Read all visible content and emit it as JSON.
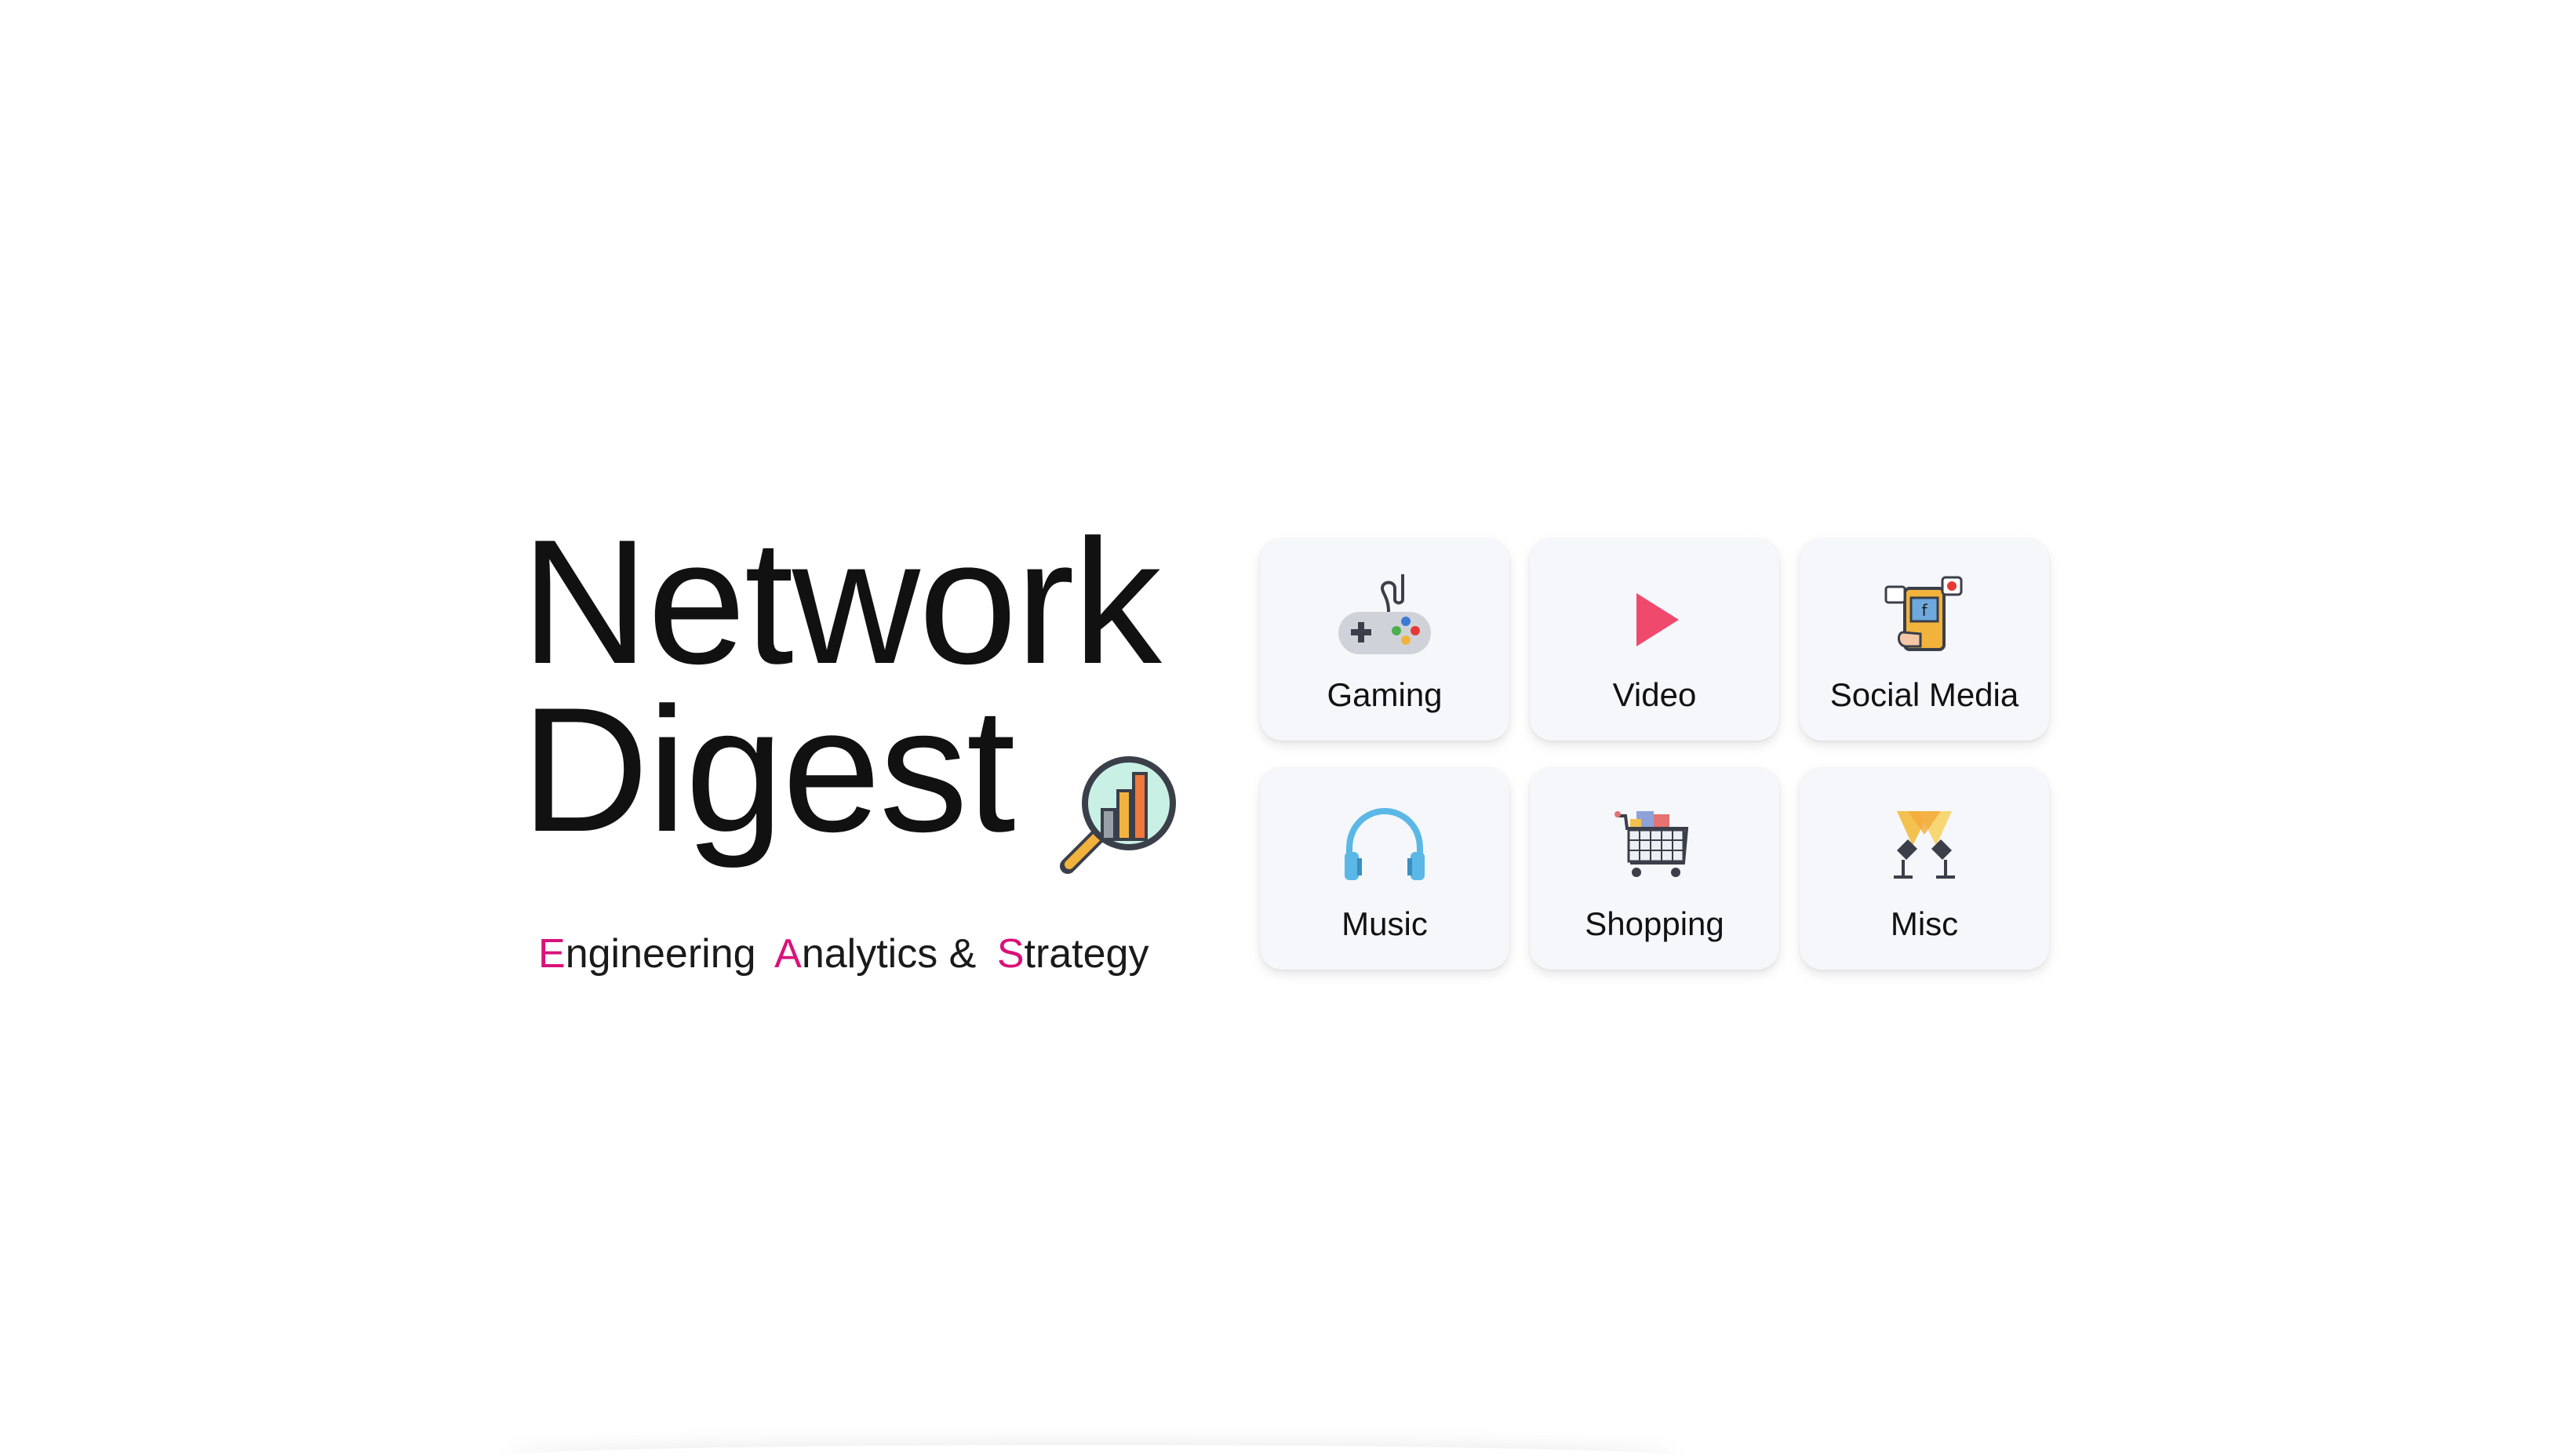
{
  "hero": {
    "title_line1": "Network",
    "title_line2": "Digest",
    "title_icon": "magnifier-chart-icon",
    "subtitle": {
      "e_accent": "E",
      "e_rest": "ngineering",
      "a_accent": "A",
      "a_rest": "nalytics &",
      "s_accent": "S",
      "s_rest": "trategy"
    }
  },
  "colors": {
    "accent": "#d9117a",
    "tile_bg": "#f5f7fa",
    "text": "#111111"
  },
  "categories": [
    {
      "label": "Gaming",
      "icon": "gamepad-icon"
    },
    {
      "label": "Video",
      "icon": "play-icon"
    },
    {
      "label": "Social Media",
      "icon": "phone-social-icon"
    },
    {
      "label": "Music",
      "icon": "headphones-icon"
    },
    {
      "label": "Shopping",
      "icon": "shopping-cart-icon"
    },
    {
      "label": "Misc",
      "icon": "spotlights-icon"
    }
  ]
}
